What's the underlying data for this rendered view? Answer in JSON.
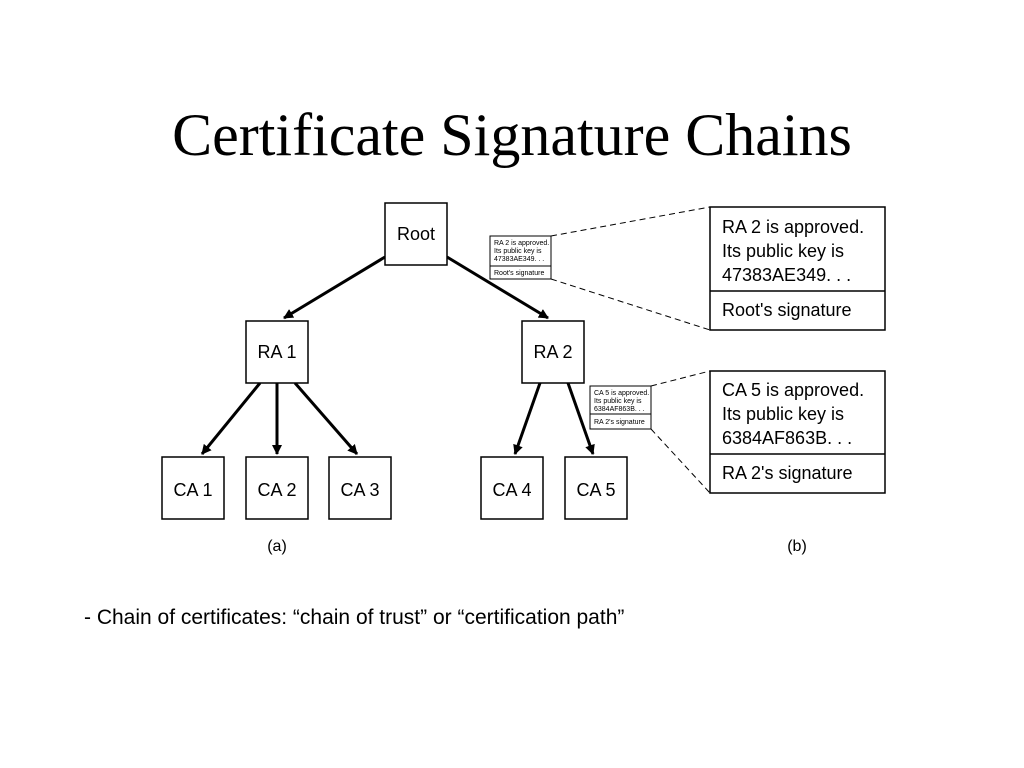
{
  "slide": {
    "title": "Certificate Signature Chains",
    "bullet": "- Chain of certificates: “chain of trust” or “certification path”"
  },
  "tree": {
    "root": "Root",
    "ra1": "RA 1",
    "ra2": "RA 2",
    "ca1": "CA 1",
    "ca2": "CA 2",
    "ca3": "CA 3",
    "ca4": "CA 4",
    "ca5": "CA 5"
  },
  "cert_ra2": {
    "line1": "RA 2 is approved.",
    "line2": "Its public key is",
    "line3": "47383AE349. . .",
    "signature": "Root's signature"
  },
  "cert_ca5": {
    "line1": "CA 5 is approved.",
    "line2": "Its public key is",
    "line3": "6384AF863B. . .",
    "signature": "RA 2's signature"
  },
  "captions": {
    "a": "(a)",
    "b": "(b)"
  }
}
